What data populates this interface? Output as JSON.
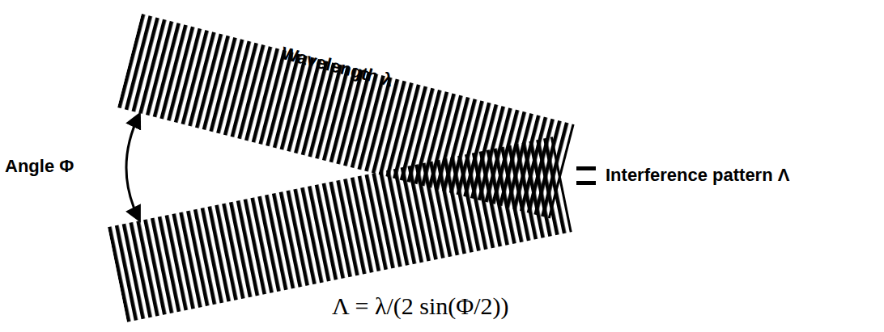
{
  "diagram": {
    "labels": [
      "Wavelength λ",
      "Angle Φ",
      "Interference pattern Λ",
      "Λ = λ/(2 sin(Φ/2))"
    ]
  }
}
